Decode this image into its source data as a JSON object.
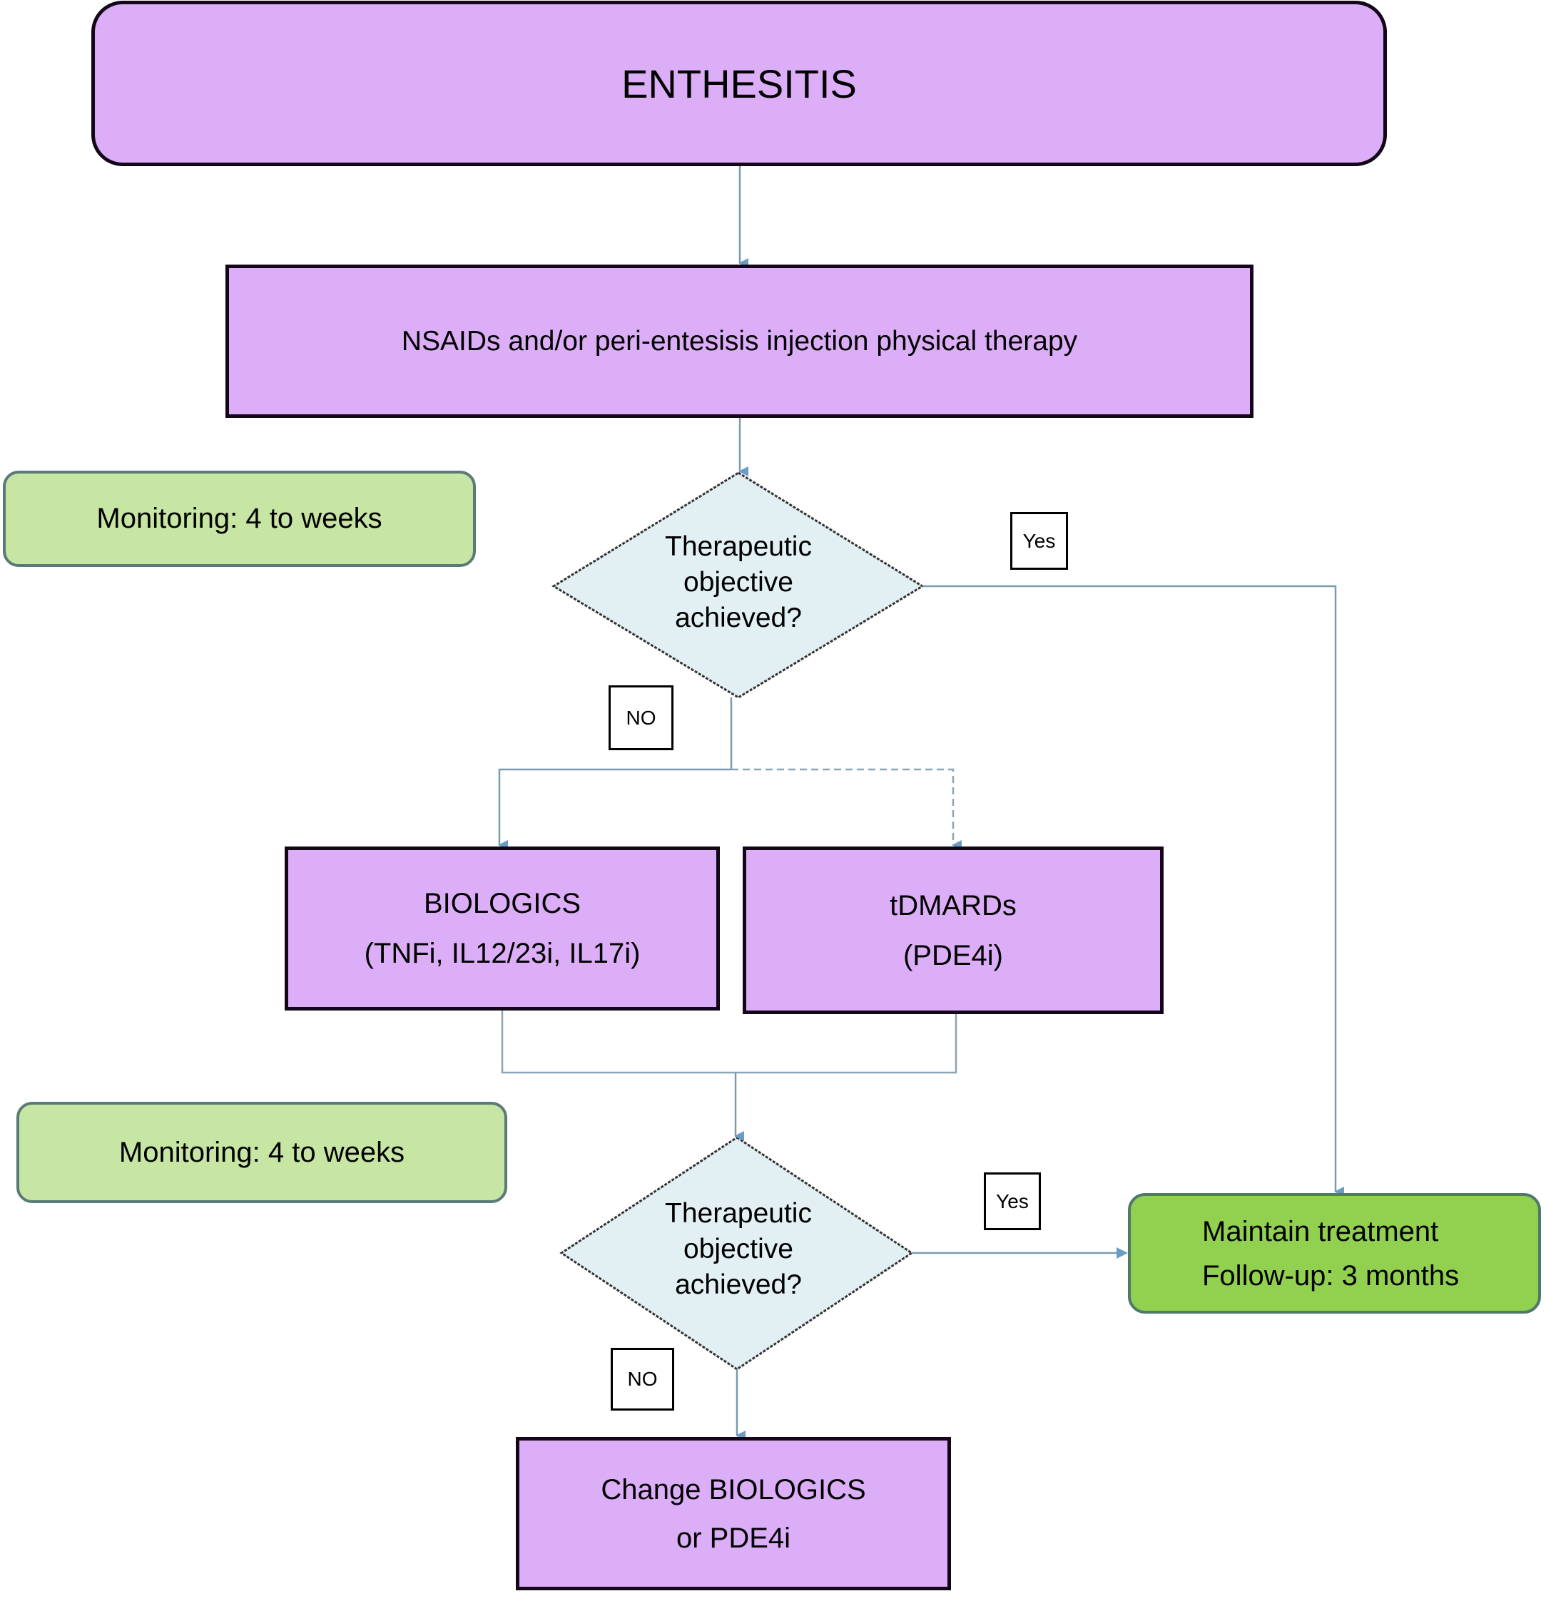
{
  "diagram": {
    "title": "ENTHESITIS",
    "first_line_treatment": "NSAIDs and/or peri-entesisis injection physical therapy",
    "monitoring_1": "Monitoring: 4 to weeks",
    "monitoring_2": "Monitoring: 4 to weeks",
    "decision_1": {
      "lines": [
        "Therapeutic",
        "objective",
        "achieved?"
      ],
      "yes_label": "Yes",
      "no_label": "NO"
    },
    "decision_2": {
      "lines": [
        "Therapeutic",
        "objective",
        "achieved?"
      ],
      "yes_label": "Yes",
      "no_label": "NO"
    },
    "biologics": {
      "title": "BIOLOGICS",
      "detail": "(TNFi, IL12/23i, IL17i)"
    },
    "tdmards": {
      "title": "tDMARDs",
      "detail": "(PDE4i)"
    },
    "maintain": {
      "line1": "Maintain treatment",
      "line2": "Follow-up: 3 months"
    },
    "change": {
      "line1": "Change BIOLOGICS",
      "line2": "or PDE4i"
    },
    "colors": {
      "process_fill": "#ddaef8",
      "monitoring_fill": "#c7e5a3",
      "outcome_fill": "#92d050",
      "decision_fill": "#e2f0f4",
      "connector": "#6a9cc6"
    }
  }
}
